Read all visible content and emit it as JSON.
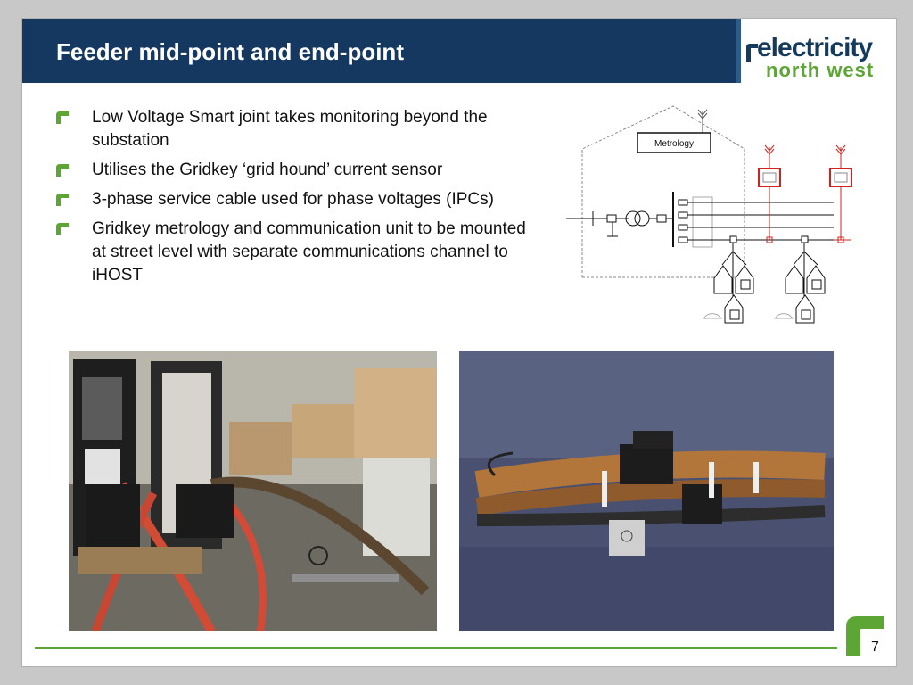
{
  "slide": {
    "title": "Feeder mid-point and end-point",
    "page_number": "7"
  },
  "logo": {
    "line1": "electricity",
    "line2": "north west"
  },
  "bullets": [
    "Low Voltage Smart joint takes monitoring beyond the substation",
    "Utilises the Gridkey ‘grid hound’ current sensor",
    "3-phase service cable used for phase voltages (IPCs)",
    "Gridkey metrology and communication unit to be mounted at street level with separate communications channel to iHOST"
  ],
  "diagram": {
    "metrology_label": "Metrology"
  },
  "colors": {
    "title_bar": "#14385f",
    "brand_green": "#5da534",
    "monitor_red": "#d0231f"
  }
}
